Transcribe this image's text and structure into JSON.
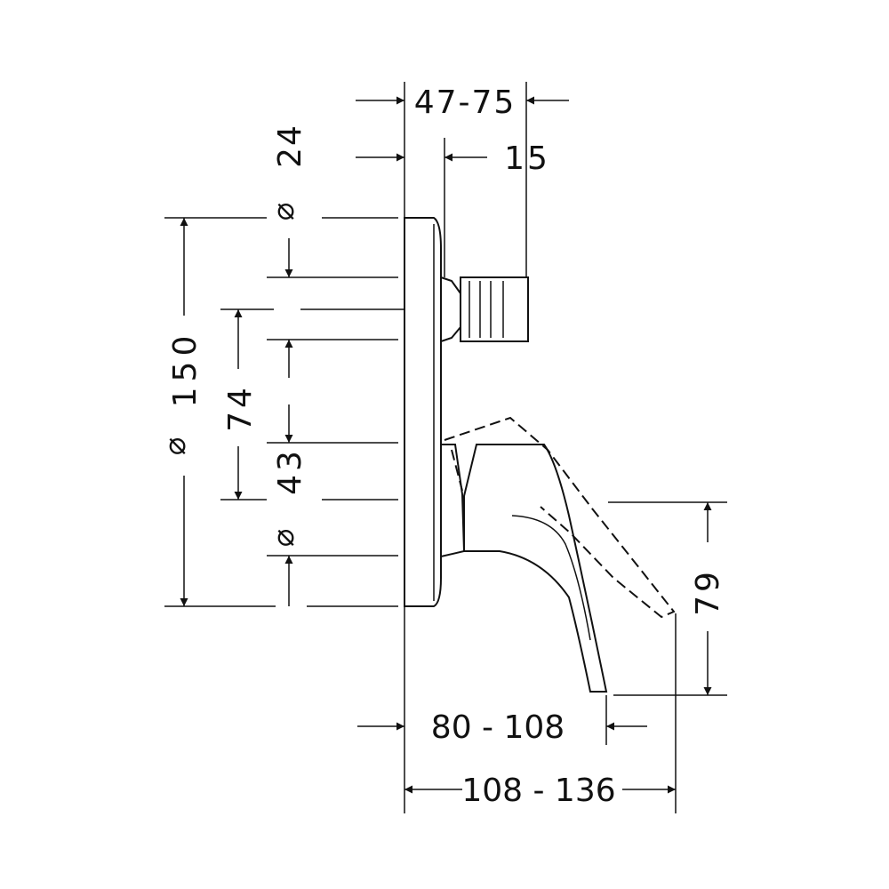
{
  "drawing": {
    "ink_color": "#111111",
    "background_color": "#ffffff",
    "diameter_symbol": "⌀",
    "dimensions": {
      "top_depth": "47-75",
      "diverter_depth": "15",
      "diverter_diameter": "24",
      "cover_diameter": "150",
      "offset_74": "74",
      "lever_diameter": "43",
      "lever_height": "79",
      "lever_projection": "80 - 108",
      "total_projection": "108 - 136"
    }
  }
}
